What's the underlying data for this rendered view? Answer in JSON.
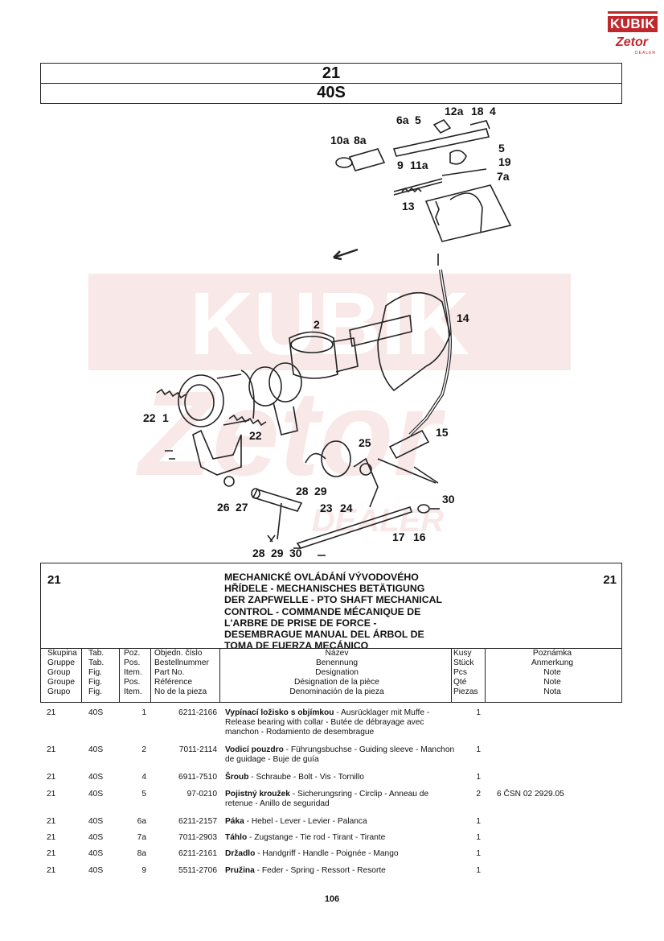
{
  "logo": {
    "brand": "KUBIK",
    "sub": "Zetor",
    "tag": "DEALER"
  },
  "header": {
    "group": "21",
    "figure": "40S"
  },
  "diagram_labels": [
    "12a",
    "18",
    "4",
    "6a",
    "5",
    "10a",
    "8a",
    "5",
    "19",
    "9",
    "11a",
    "7a",
    "13",
    "2",
    "14",
    "22",
    "1",
    "22",
    "15",
    "25",
    "28",
    "29",
    "23",
    "24",
    "30",
    "26",
    "27",
    "17",
    "16",
    "28",
    "29",
    "30"
  ],
  "info": {
    "group_left": "21",
    "group_right": "21",
    "title": "MECHANICKÉ OVLÁDÁNÍ VÝVODOVÉHO\nHŘÍDELE - MECHANISCHES BETÄTIGUNG\nDER ZAPFWELLE - PTO SHAFT MECHANICAL\nCONTROL - COMMANDE MÉCANIQUE DE\nL'ARBRE DE PRISE DE FORCE -\nDESEMBRAGUE MANUAL DEL ÁRBOL DE\nTOMA DE FUERZA MECÁNICO",
    "columns": {
      "group": "Skupina\nGruppe\nGroup\nGroupe\nGrupo",
      "tab": "Tab.\nTab.\nFig.\nFig.\nFig.",
      "pos": "Poz.\nPos.\nItem.\nPos.\nItem.",
      "order": "Objedn. číslo\nBestellnummer\nPart No.\nRéférence\nNo de la pieza",
      "name": "Název\nBenennung\nDesignation\nDésignation de la pièce\nDenominación de la pieza",
      "qty": "Kusy\nStück\nPcs\nQté\nPiezas",
      "note": "Poznámka\nAnmerkung\nNote\nNote\nNota"
    }
  },
  "rows": [
    {
      "group": "21",
      "tab": "40S",
      "pos": "1",
      "order": "6211-2166",
      "name_bold": "Vypínací ložisko s objímkou",
      "name": " - Ausrücklager mit Muffe - Release bearing with collar - Butée de débrayage avec manchon - Rodamiento de desembrague",
      "qty": "1",
      "note": ""
    },
    {
      "group": "21",
      "tab": "40S",
      "pos": "2",
      "order": "7011-2114",
      "name_bold": "Vodicí pouzdro",
      "name": " - Führungsbuchse - Guiding sleeve - Manchon de guidage - Buje de guía",
      "qty": "1",
      "note": ""
    },
    {
      "group": "21",
      "tab": "40S",
      "pos": "4",
      "order": "6911-7510",
      "name_bold": "Šroub",
      "name": " - Schraube - Bolt - Vis - Tornillo",
      "qty": "1",
      "note": ""
    },
    {
      "group": "21",
      "tab": "40S",
      "pos": "5",
      "order": "97-0210",
      "name_bold": "Pojistný kroužek",
      "name": " - Sicherungsring - Circlip - Anneau de retenue - Anillo de seguridad",
      "qty": "2",
      "note": "6 ČSN 02 2929.05"
    },
    {
      "group": "21",
      "tab": "40S",
      "pos": "6a",
      "order": "6211-2157",
      "name_bold": "Páka",
      "name": " - Hebel - Lever - Levier - Palanca",
      "qty": "1",
      "note": ""
    },
    {
      "group": "21",
      "tab": "40S",
      "pos": "7a",
      "order": "7011-2903",
      "name_bold": "Táhlo",
      "name": " - Zugstange - Tie rod - Tirant - Tirante",
      "qty": "1",
      "note": ""
    },
    {
      "group": "21",
      "tab": "40S",
      "pos": "8a",
      "order": "6211-2161",
      "name_bold": "Držadlo",
      "name": " - Handgriff - Handle - Poignée - Mango",
      "qty": "1",
      "note": ""
    },
    {
      "group": "21",
      "tab": "40S",
      "pos": "9",
      "order": "5511-2706",
      "name_bold": "Pružina",
      "name": " - Feder - Spring - Ressort - Resorte",
      "qty": "1",
      "note": ""
    }
  ],
  "page_number": "106",
  "colors": {
    "brand_red": "#c0282e",
    "line": "#222222"
  }
}
